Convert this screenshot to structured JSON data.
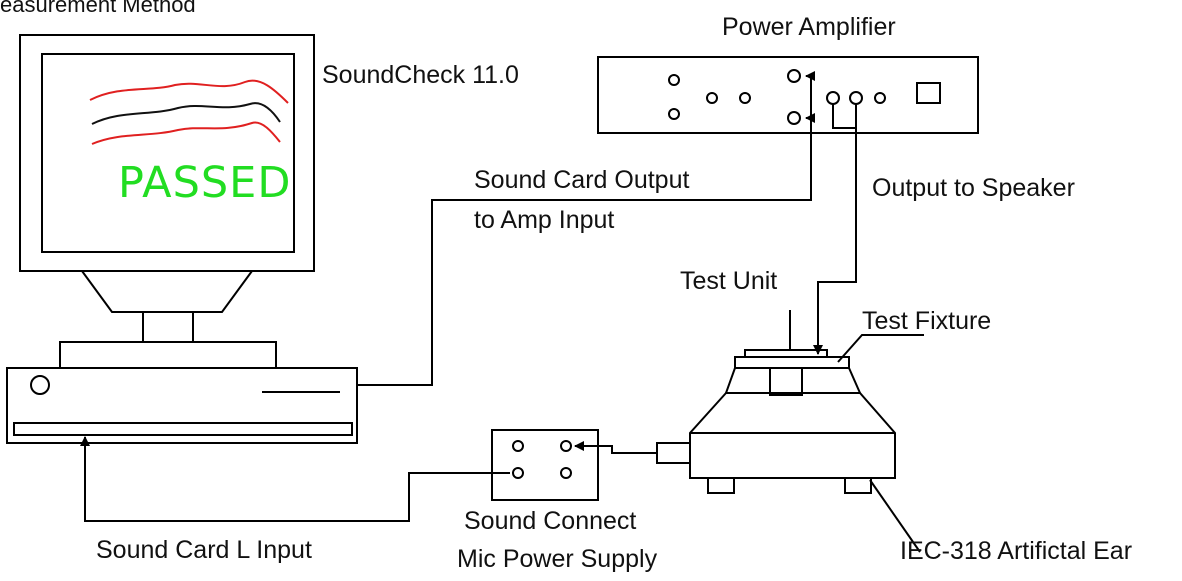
{
  "header": {
    "caption_fragment": "easurement Method"
  },
  "computer": {
    "software_label": "SoundCheck 11.0",
    "screen_status": "PASSED",
    "status_color": "#22dd22",
    "curve_color_upper": "#e02020",
    "curve_color_middle": "#111111",
    "curve_color_lower": "#e02020"
  },
  "amplifier": {
    "label": "Power Amplifier"
  },
  "connections": {
    "sound_card_output_line1": "Sound Card Output",
    "sound_card_output_line2": "to Amp Input",
    "output_to_speaker": "Output to Speaker",
    "sound_card_l_input": "Sound Card L Input"
  },
  "mic_supply": {
    "line1": "Sound Connect",
    "line2": "Mic Power Supply"
  },
  "fixture": {
    "test_unit": "Test Unit",
    "test_fixture": "Test Fixture",
    "artificial_ear": "IEC-318 Artifictal Ear"
  }
}
